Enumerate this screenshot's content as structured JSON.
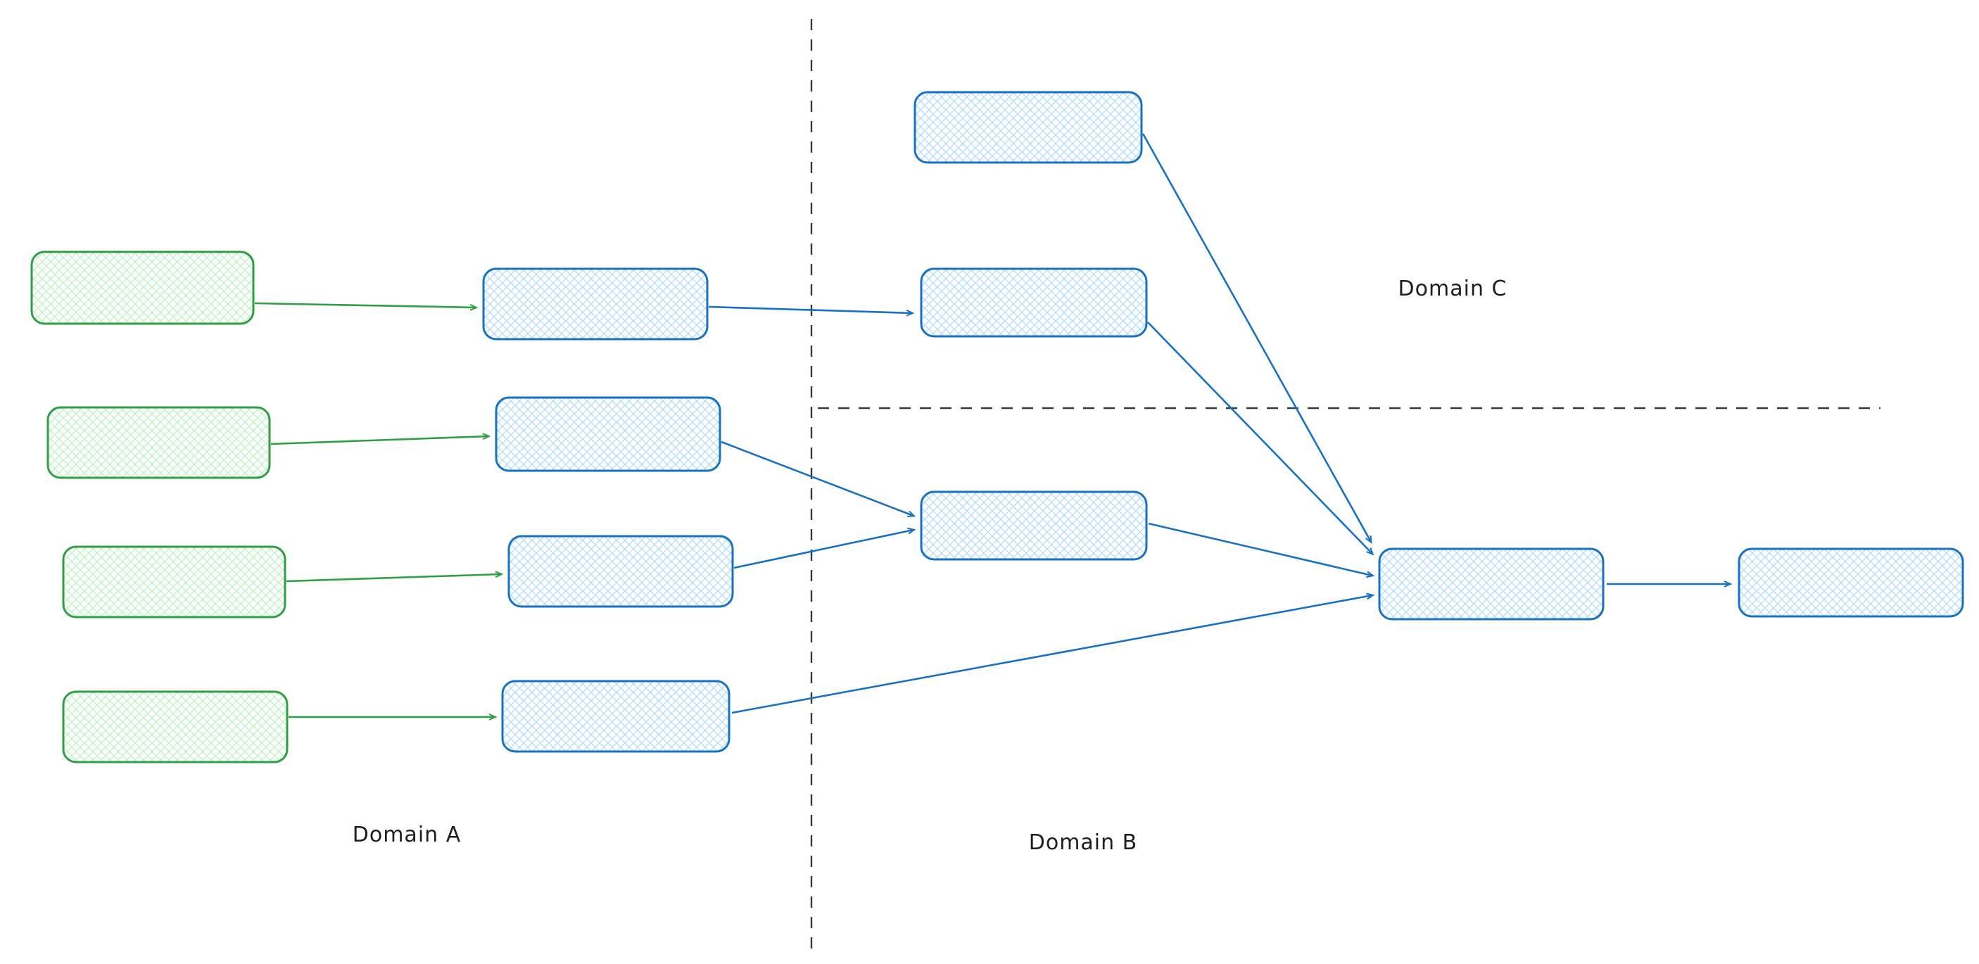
{
  "labels": {
    "domain_a": "Domain A",
    "domain_b": "Domain B",
    "domain_c": "Domain C"
  },
  "colors": {
    "green_stroke": "#2f9e44",
    "green_fill": "#b2f2bb",
    "blue_stroke": "#1971c2",
    "blue_fill": "#a5d8ff",
    "boundary": "#343a40",
    "label_text": "#1e1e1e",
    "background": "#ffffff"
  },
  "diagram": {
    "type": "flow",
    "domains": [
      "Domain A",
      "Domain B",
      "Domain C"
    ],
    "green_node_count": 4,
    "blue_node_count": 9,
    "edge_count": 12
  }
}
